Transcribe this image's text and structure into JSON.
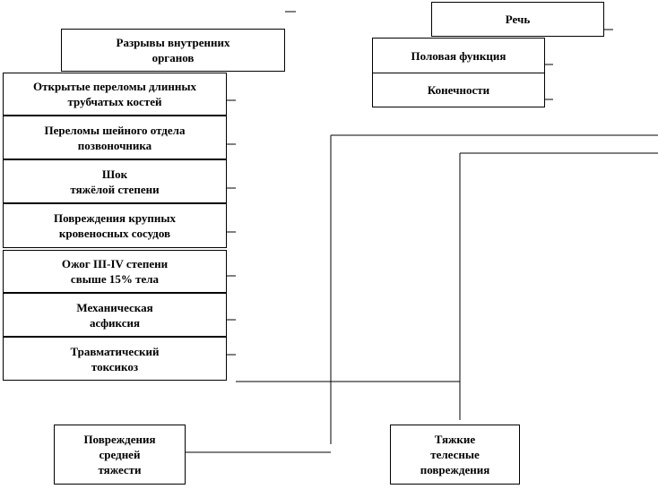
{
  "boxes": {
    "speech": "Речь",
    "internal_organs": "Разрывы внутренних\nорганов",
    "sexual_function": "Половая функция",
    "limbs": "Конечности",
    "open_fractures": "Открытые переломы длинных\nтрубчатых костей",
    "cervical_fractures": "Переломы шейного отдела\nпозвоночника",
    "shock": "Шок\nтяжёлой степени",
    "vessel_damage": "Повреждения крупных\nкровеносных сосудов",
    "burn": "Ожог III-IV степени\nсвыше 15% тела",
    "asphyxia": "Механическая\nасфиксия",
    "toxicosis": "Травматический\nтоксикоз",
    "moderate_injuries": "Повреждения\nсредней\nтяжести",
    "severe_injuries": "Тяжкие\nтелесные\nповреждения"
  }
}
